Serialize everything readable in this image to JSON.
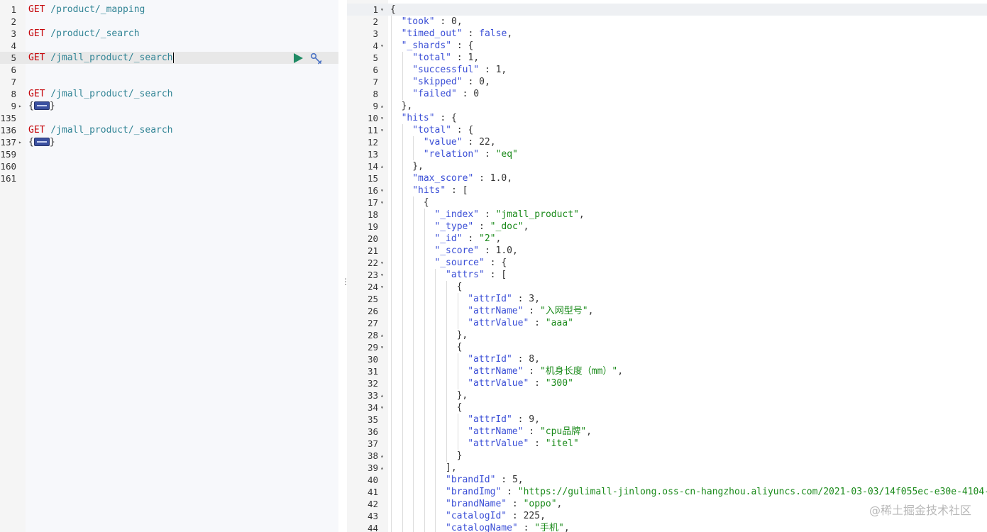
{
  "console": {
    "left_lines": [
      {
        "num": "1",
        "method": "GET",
        "path": " /product/_mapping"
      },
      {
        "num": "2"
      },
      {
        "num": "3",
        "method": "GET",
        "path": " /product/_search"
      },
      {
        "num": "4"
      },
      {
        "num": "5",
        "method": "GET",
        "path": " /jmall_product/_search",
        "active": true
      },
      {
        "num": "6"
      },
      {
        "num": "7"
      },
      {
        "num": "8",
        "method": "GET",
        "path": " /jmall_product/_search"
      },
      {
        "num": "9",
        "folded": true
      },
      {
        "num": "135"
      },
      {
        "num": "136",
        "method": "GET",
        "path": " /jmall_product/_search"
      },
      {
        "num": "137",
        "folded": true
      },
      {
        "num": "159"
      },
      {
        "num": "160"
      },
      {
        "num": "161"
      }
    ],
    "brace_open": "{",
    "brace_close": "}"
  },
  "response": {
    "line_numbers": [
      "1",
      "2",
      "3",
      "4",
      "5",
      "6",
      "7",
      "8",
      "9",
      "10",
      "11",
      "12",
      "13",
      "14",
      "15",
      "16",
      "17",
      "18",
      "19",
      "20",
      "21",
      "22",
      "23",
      "24",
      "25",
      "26",
      "27",
      "28",
      "29",
      "30",
      "31",
      "32",
      "33",
      "34",
      "35",
      "36",
      "37",
      "38",
      "39",
      "40",
      "41",
      "42",
      "43",
      "44"
    ],
    "lines": [
      {
        "i": 0,
        "t": [
          [
            "p",
            "{"
          ]
        ]
      },
      {
        "i": 1,
        "t": [
          [
            "k",
            "\"took\""
          ],
          [
            "p",
            " : "
          ],
          [
            "n",
            "0"
          ],
          [
            "p",
            ","
          ]
        ]
      },
      {
        "i": 1,
        "t": [
          [
            "k",
            "\"timed_out\""
          ],
          [
            "p",
            " : "
          ],
          [
            "b",
            "false"
          ],
          [
            "p",
            ","
          ]
        ]
      },
      {
        "i": 1,
        "t": [
          [
            "k",
            "\"_shards\""
          ],
          [
            "p",
            " : {"
          ]
        ]
      },
      {
        "i": 2,
        "t": [
          [
            "k",
            "\"total\""
          ],
          [
            "p",
            " : "
          ],
          [
            "n",
            "1"
          ],
          [
            "p",
            ","
          ]
        ]
      },
      {
        "i": 2,
        "t": [
          [
            "k",
            "\"successful\""
          ],
          [
            "p",
            " : "
          ],
          [
            "n",
            "1"
          ],
          [
            "p",
            ","
          ]
        ]
      },
      {
        "i": 2,
        "t": [
          [
            "k",
            "\"skipped\""
          ],
          [
            "p",
            " : "
          ],
          [
            "n",
            "0"
          ],
          [
            "p",
            ","
          ]
        ]
      },
      {
        "i": 2,
        "t": [
          [
            "k",
            "\"failed\""
          ],
          [
            "p",
            " : "
          ],
          [
            "n",
            "0"
          ]
        ]
      },
      {
        "i": 1,
        "t": [
          [
            "p",
            "},"
          ]
        ]
      },
      {
        "i": 1,
        "t": [
          [
            "k",
            "\"hits\""
          ],
          [
            "p",
            " : {"
          ]
        ]
      },
      {
        "i": 2,
        "t": [
          [
            "k",
            "\"total\""
          ],
          [
            "p",
            " : {"
          ]
        ]
      },
      {
        "i": 3,
        "t": [
          [
            "k",
            "\"value\""
          ],
          [
            "p",
            " : "
          ],
          [
            "n",
            "22"
          ],
          [
            "p",
            ","
          ]
        ]
      },
      {
        "i": 3,
        "t": [
          [
            "k",
            "\"relation\""
          ],
          [
            "p",
            " : "
          ],
          [
            "s",
            "\"eq\""
          ]
        ]
      },
      {
        "i": 2,
        "t": [
          [
            "p",
            "},"
          ]
        ]
      },
      {
        "i": 2,
        "t": [
          [
            "k",
            "\"max_score\""
          ],
          [
            "p",
            " : "
          ],
          [
            "n",
            "1.0"
          ],
          [
            "p",
            ","
          ]
        ]
      },
      {
        "i": 2,
        "t": [
          [
            "k",
            "\"hits\""
          ],
          [
            "p",
            " : ["
          ]
        ]
      },
      {
        "i": 3,
        "t": [
          [
            "p",
            "{"
          ]
        ]
      },
      {
        "i": 4,
        "t": [
          [
            "k",
            "\"_index\""
          ],
          [
            "p",
            " : "
          ],
          [
            "s",
            "\"jmall_product\""
          ],
          [
            "p",
            ","
          ]
        ]
      },
      {
        "i": 4,
        "t": [
          [
            "k",
            "\"_type\""
          ],
          [
            "p",
            " : "
          ],
          [
            "s",
            "\"_doc\""
          ],
          [
            "p",
            ","
          ]
        ]
      },
      {
        "i": 4,
        "t": [
          [
            "k",
            "\"_id\""
          ],
          [
            "p",
            " : "
          ],
          [
            "s",
            "\"2\""
          ],
          [
            "p",
            ","
          ]
        ]
      },
      {
        "i": 4,
        "t": [
          [
            "k",
            "\"_score\""
          ],
          [
            "p",
            " : "
          ],
          [
            "n",
            "1.0"
          ],
          [
            "p",
            ","
          ]
        ]
      },
      {
        "i": 4,
        "t": [
          [
            "k",
            "\"_source\""
          ],
          [
            "p",
            " : {"
          ]
        ]
      },
      {
        "i": 5,
        "t": [
          [
            "k",
            "\"attrs\""
          ],
          [
            "p",
            " : ["
          ]
        ]
      },
      {
        "i": 6,
        "t": [
          [
            "p",
            "{"
          ]
        ]
      },
      {
        "i": 7,
        "t": [
          [
            "k",
            "\"attrId\""
          ],
          [
            "p",
            " : "
          ],
          [
            "n",
            "3"
          ],
          [
            "p",
            ","
          ]
        ]
      },
      {
        "i": 7,
        "t": [
          [
            "k",
            "\"attrName\""
          ],
          [
            "p",
            " : "
          ],
          [
            "s",
            "\"入网型号\""
          ],
          [
            "p",
            ","
          ]
        ]
      },
      {
        "i": 7,
        "t": [
          [
            "k",
            "\"attrValue\""
          ],
          [
            "p",
            " : "
          ],
          [
            "s",
            "\"aaa\""
          ]
        ]
      },
      {
        "i": 6,
        "t": [
          [
            "p",
            "},"
          ]
        ]
      },
      {
        "i": 6,
        "t": [
          [
            "p",
            "{"
          ]
        ]
      },
      {
        "i": 7,
        "t": [
          [
            "k",
            "\"attrId\""
          ],
          [
            "p",
            " : "
          ],
          [
            "n",
            "8"
          ],
          [
            "p",
            ","
          ]
        ]
      },
      {
        "i": 7,
        "t": [
          [
            "k",
            "\"attrName\""
          ],
          [
            "p",
            " : "
          ],
          [
            "s",
            "\"机身长度（mm）\""
          ],
          [
            "p",
            ","
          ]
        ]
      },
      {
        "i": 7,
        "t": [
          [
            "k",
            "\"attrValue\""
          ],
          [
            "p",
            " : "
          ],
          [
            "s",
            "\"300\""
          ]
        ]
      },
      {
        "i": 6,
        "t": [
          [
            "p",
            "},"
          ]
        ]
      },
      {
        "i": 6,
        "t": [
          [
            "p",
            "{"
          ]
        ]
      },
      {
        "i": 7,
        "t": [
          [
            "k",
            "\"attrId\""
          ],
          [
            "p",
            " : "
          ],
          [
            "n",
            "9"
          ],
          [
            "p",
            ","
          ]
        ]
      },
      {
        "i": 7,
        "t": [
          [
            "k",
            "\"attrName\""
          ],
          [
            "p",
            " : "
          ],
          [
            "s",
            "\"cpu品牌\""
          ],
          [
            "p",
            ","
          ]
        ]
      },
      {
        "i": 7,
        "t": [
          [
            "k",
            "\"attrValue\""
          ],
          [
            "p",
            " : "
          ],
          [
            "s",
            "\"itel\""
          ]
        ]
      },
      {
        "i": 6,
        "t": [
          [
            "p",
            "}"
          ]
        ]
      },
      {
        "i": 5,
        "t": [
          [
            "p",
            "],"
          ]
        ]
      },
      {
        "i": 5,
        "t": [
          [
            "k",
            "\"brandId\""
          ],
          [
            "p",
            " : "
          ],
          [
            "n",
            "5"
          ],
          [
            "p",
            ","
          ]
        ]
      },
      {
        "i": 5,
        "t": [
          [
            "k",
            "\"brandImg\""
          ],
          [
            "p",
            " : "
          ],
          [
            "s",
            "\"https://gulimall-jinlong.oss-cn-hangzhou.aliyuncs.com/2021-03-03/14f055ec-e30e-4104-81"
          ]
        ]
      },
      {
        "i": 5,
        "t": [
          [
            "k",
            "\"brandName\""
          ],
          [
            "p",
            " : "
          ],
          [
            "s",
            "\"oppo\""
          ],
          [
            "p",
            ","
          ]
        ]
      },
      {
        "i": 5,
        "t": [
          [
            "k",
            "\"catalogId\""
          ],
          [
            "p",
            " : "
          ],
          [
            "n",
            "225"
          ],
          [
            "p",
            ","
          ]
        ]
      },
      {
        "i": 5,
        "t": [
          [
            "k",
            "\"catalogName\""
          ],
          [
            "p",
            " : "
          ],
          [
            "s",
            "\"手机\""
          ],
          [
            "p",
            ","
          ]
        ]
      }
    ],
    "fold_open_lines": [
      1,
      4,
      10,
      11,
      16,
      17,
      22,
      23,
      24,
      29,
      34
    ],
    "fold_close_lines": [
      9,
      14,
      28,
      33,
      38,
      39
    ]
  },
  "watermark": "@稀土掘金技术社区",
  "colors": {
    "method": "#c5060b",
    "path": "#318495",
    "key": "#3a4ed6",
    "string": "#1a8a1a",
    "play": "#1f8a64",
    "wrench": "#4a72c4"
  }
}
